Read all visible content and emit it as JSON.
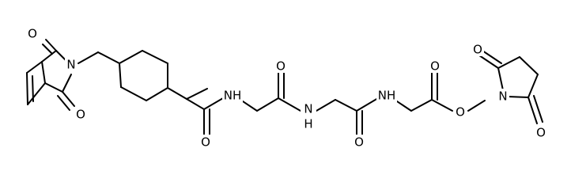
{
  "molecule": {
    "atom_labels": {
      "o_maleimide_top": "O",
      "n_maleimide": "N",
      "o_maleimide_bottom": "O",
      "o_amide1": "O",
      "nh_amide1": "NH",
      "o_amide2": "O",
      "nh_amide2": "N\nH",
      "o_amide3": "O",
      "nh_amide3": "NH",
      "o_ester_carbonyl": "O",
      "o_ester_link": "O",
      "n_succinimide": "N",
      "o_succinimide_top": "O",
      "o_succinimide_bottom": "O"
    }
  },
  "colors": {
    "bond": "#000000",
    "label": "#000000",
    "background": "#ffffff"
  }
}
